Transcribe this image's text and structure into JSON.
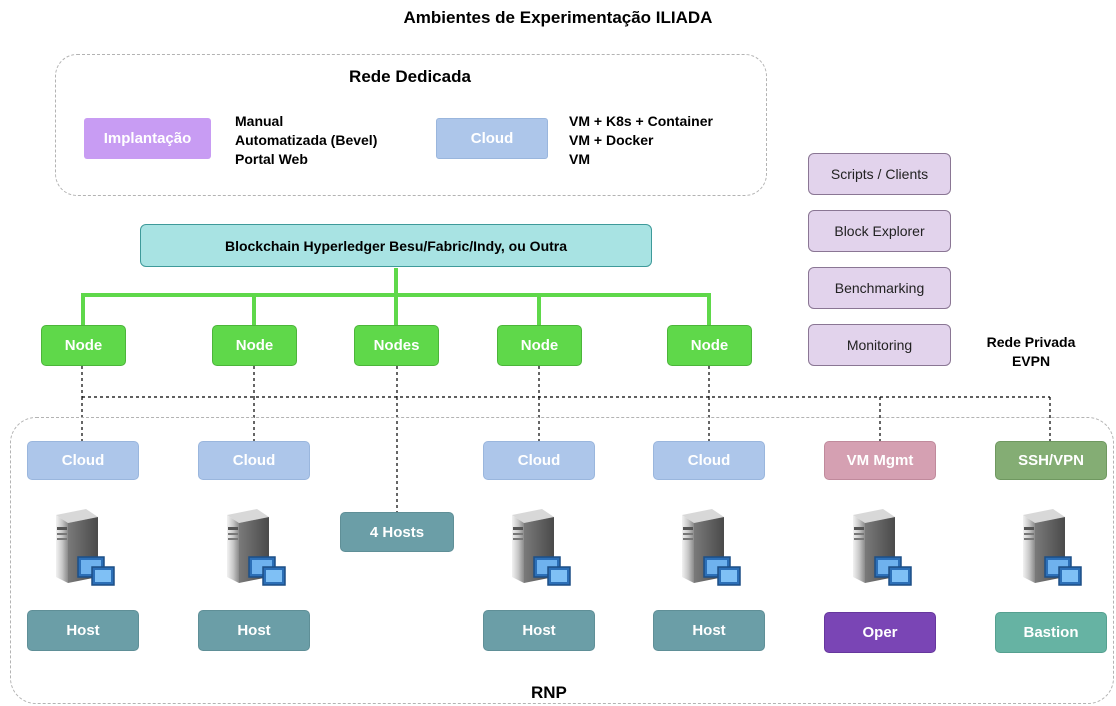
{
  "title": "Ambientes de Experimentação ILIADA",
  "rede_dedicada": {
    "heading": "Rede Dedicada",
    "implantacao_label": "Implantação",
    "implantacao_items": [
      "Manual",
      "Automatizada (Bevel)",
      "Portal Web"
    ],
    "cloud_label": "Cloud",
    "cloud_items": [
      "VM + K8s + Container",
      "VM + Docker",
      "VM"
    ]
  },
  "blockchain_label": "Blockchain Hyperledger Besu/Fabric/Indy, ou Outra",
  "nodes": [
    "Node",
    "Node",
    "Nodes",
    "Node",
    "Node"
  ],
  "tools": [
    "Scripts / Clients",
    "Block Explorer",
    "Benchmarking",
    "Monitoring"
  ],
  "rede_privada": [
    "Rede Privada",
    "EVPN"
  ],
  "rnp": {
    "label": "RNP",
    "top_boxes": [
      "Cloud",
      "Cloud",
      "Cloud",
      "Cloud",
      "VM Mgmt",
      "SSH/VPN"
    ],
    "hosts_group": "4 Hosts",
    "bottom_boxes": [
      "Host",
      "Host",
      "Host",
      "Host",
      "Oper",
      "Bastion"
    ]
  },
  "colors": {
    "node_green": "#5fd84a",
    "cloud_blue": "#adc6ea",
    "host_teal": "#6b9ea7",
    "implantacao_purple": "#c89cf3",
    "blockchain_cyan": "#a8e3e3",
    "tool_lavender": "#e2d3ec",
    "vm_mgmt": "#d5a0b2",
    "ssh_vpn": "#84ad74",
    "oper": "#7a45b5",
    "bastion": "#66b3a3"
  },
  "icons": {
    "server": "server-with-monitor-icon"
  }
}
